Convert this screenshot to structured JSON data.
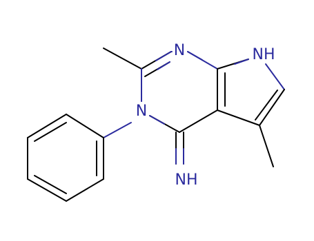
{
  "molecule": {
    "atoms": [
      {
        "id": "c2",
        "element": "C"
      },
      {
        "id": "n1",
        "element": "N",
        "label": "N"
      },
      {
        "id": "c7a",
        "element": "C"
      },
      {
        "id": "c4a",
        "element": "C"
      },
      {
        "id": "c4",
        "element": "C"
      },
      {
        "id": "n3",
        "element": "N",
        "label": "N"
      },
      {
        "id": "n7",
        "element": "N",
        "label": "NH"
      },
      {
        "id": "c6",
        "element": "C"
      },
      {
        "id": "c5",
        "element": "C"
      },
      {
        "id": "me5",
        "element": "C"
      },
      {
        "id": "me2",
        "element": "C"
      },
      {
        "id": "imine",
        "element": "N",
        "label": "NH"
      },
      {
        "id": "ph1",
        "element": "C"
      },
      {
        "id": "ph2",
        "element": "C"
      },
      {
        "id": "ph3",
        "element": "C"
      },
      {
        "id": "ph4",
        "element": "C"
      },
      {
        "id": "ph5",
        "element": "C"
      },
      {
        "id": "ph6",
        "element": "C"
      }
    ],
    "colors": {
      "carbon": "#000000",
      "nitrogen": "#2b2b9e"
    }
  }
}
